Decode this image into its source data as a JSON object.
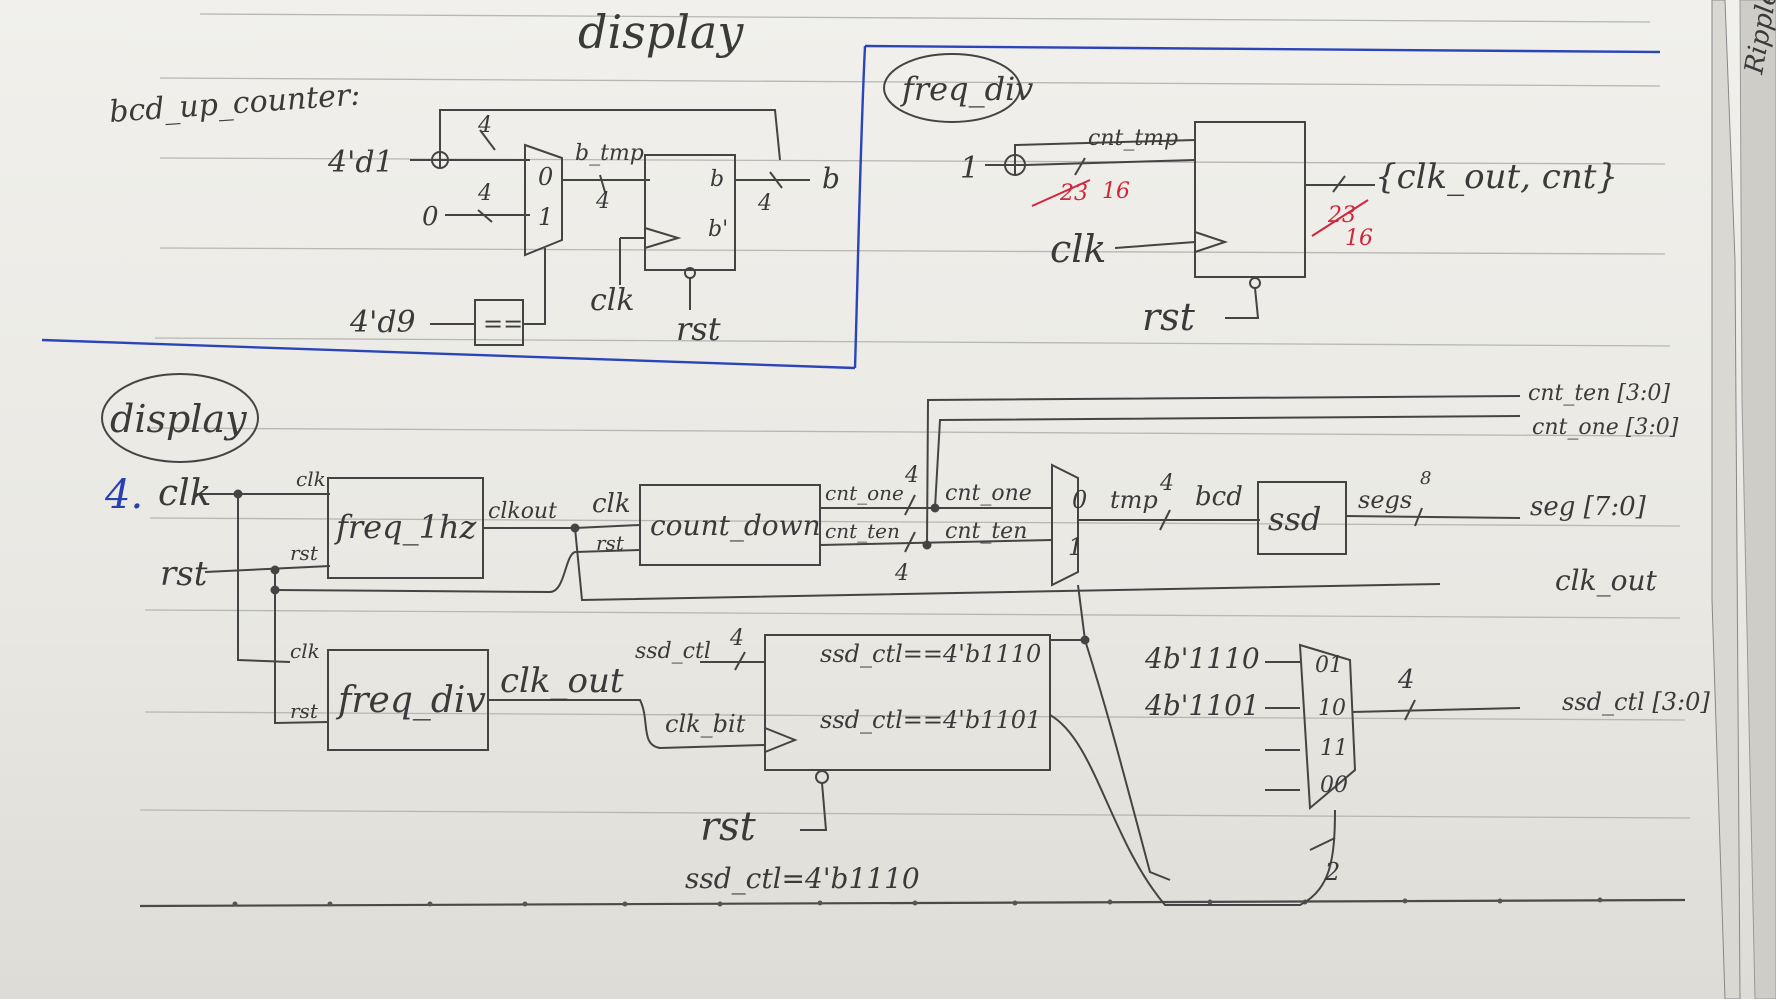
{
  "top_title": "display",
  "bcd_panel": {
    "title": "bcd_up_counter:",
    "const_one": "4'd1",
    "const_zero": "0",
    "const_nine": "4'd9",
    "width_a": "4",
    "width_b": "4",
    "width_c": "4",
    "width_d": "4",
    "mux_in0": "0",
    "mux_in1": "1",
    "b_tmp": "b_tmp",
    "reg_out": "b",
    "reg_d": "b",
    "reg_q": "b'",
    "eq_box": "==",
    "clk": "clk",
    "rst": "rst"
  },
  "freq_div_panel": {
    "title": "freq_div",
    "const_one": "1",
    "cnt_tmp": "cnt_tmp",
    "old_width_a": "23",
    "new_width_a": "16",
    "out": "{clk_out, cnt}",
    "old_width_b": "23",
    "new_width_b": "16",
    "clk": "clk",
    "rst": "rst"
  },
  "display_section": {
    "title": "display",
    "item_no": "4.",
    "clk": "clk",
    "rst": "rst",
    "freq_1hz": {
      "name": "freq_1hz",
      "clk": "clk",
      "rst": "rst",
      "out": "clkout"
    },
    "count_down": {
      "name": "count_down",
      "clk": "clk",
      "rst": "rst",
      "out_one": "cnt_one",
      "out_ten": "cnt_ten",
      "width_one": "4",
      "width_ten": "4"
    },
    "mux": {
      "in0": "0",
      "in1": "1",
      "a": "cnt_one",
      "b": "cnt_ten",
      "tmp": "tmp",
      "width": "4",
      "bcd": "bcd"
    },
    "ssd": {
      "name": "ssd",
      "segs": "segs",
      "width": "8",
      "out": "seg [7:0]"
    },
    "outputs": {
      "cnt_ten": "cnt_ten [3:0]",
      "cnt_one": "cnt_one [3:0]",
      "clk_out": "clk_out",
      "ssd_ctl": "ssd_ctl [3:0]"
    },
    "freq_div": {
      "name": "freq_div",
      "clk": "clk",
      "rst": "rst",
      "out": "clk_out"
    },
    "ctl_reg": {
      "in": "ssd_ctl",
      "width": "4",
      "line1": "ssd_ctl==4'b1110",
      "line2": "ssd_ctl==4'b1101",
      "clk_bit": "clk_bit",
      "rst": "rst",
      "init": "ssd_ctl=4'b1110"
    },
    "mux4": {
      "c1": "4b'1110",
      "c2": "4b'1101",
      "s01": "01",
      "s10": "10",
      "s11": "11",
      "s00": "00",
      "width_out": "4",
      "width_sel": "2"
    }
  },
  "edge_text": "Ripple"
}
